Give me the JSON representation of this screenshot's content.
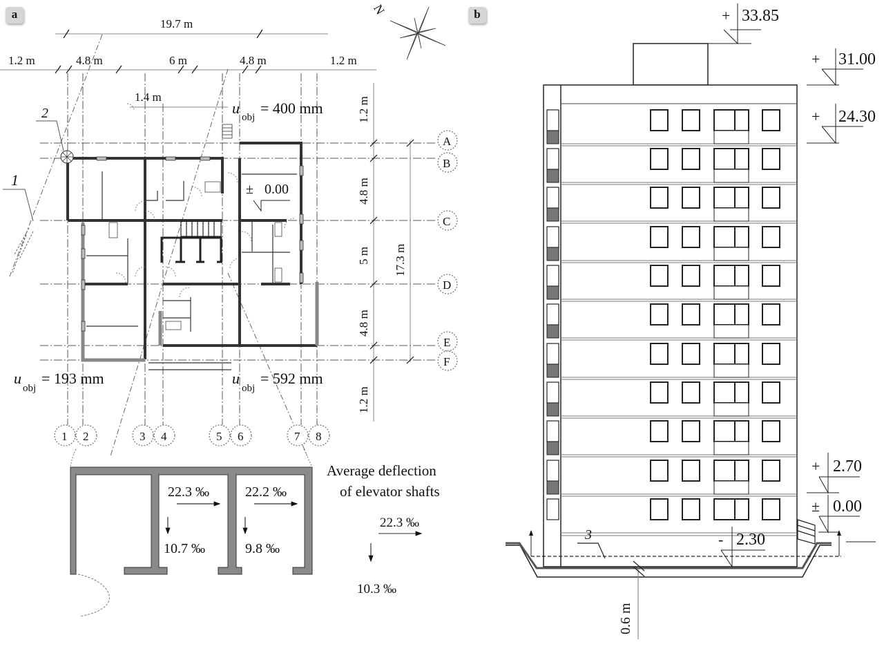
{
  "panels": {
    "a": {
      "badge": "a"
    },
    "b": {
      "badge": "b"
    }
  },
  "plan": {
    "overall_width": "19.7 m",
    "bay_dims": [
      "1.2 m",
      "4.8 m",
      "6 m",
      "4.8 m",
      "1.2 m"
    ],
    "inner_dim": "1.4 m",
    "vertical_dims": [
      "1.2 m",
      "4.8 m",
      "5 m",
      "4.8 m",
      "1.2 m"
    ],
    "overall_depth": "17.3 m",
    "row_axes": [
      "A",
      "B",
      "C",
      "D",
      "E",
      "F"
    ],
    "col_axes": [
      "1",
      "2",
      "3",
      "4",
      "5",
      "6",
      "7",
      "8"
    ],
    "level_mark": {
      "sign": "±",
      "value": "0.00"
    },
    "callouts": [
      "1",
      "2"
    ],
    "deflections": {
      "top_right": {
        "symbol": "u",
        "sub": "obj",
        "value": "= 400 mm"
      },
      "bottom_left": {
        "symbol": "u",
        "sub": "obj",
        "value": "= 193 mm"
      },
      "bottom_right": {
        "symbol": "u",
        "sub": "obj",
        "value": "= 592 mm"
      }
    },
    "north_label": "N"
  },
  "shafts": {
    "shaft1": {
      "horizontal": "22.3 ‰",
      "vertical": "10.7 ‰"
    },
    "shaft2": {
      "horizontal": "22.2 ‰",
      "vertical": "9.8 ‰"
    },
    "average_title_line1": "Average deflection",
    "average_title_line2": "of elevator shafts",
    "average_horizontal": "22.3 ‰",
    "average_vertical": "10.3 ‰"
  },
  "elevation": {
    "levels": [
      {
        "sign": "+",
        "value": "33.85"
      },
      {
        "sign": "+",
        "value": "31.00"
      },
      {
        "sign": "+",
        "value": "24.30"
      },
      {
        "sign": "+",
        "value": "2.70"
      },
      {
        "sign": "±",
        "value": "0.00"
      },
      {
        "sign": "-",
        "value": "2.30"
      }
    ],
    "callout": "3",
    "foundation_dim": "0.6 m",
    "floors": 11
  }
}
